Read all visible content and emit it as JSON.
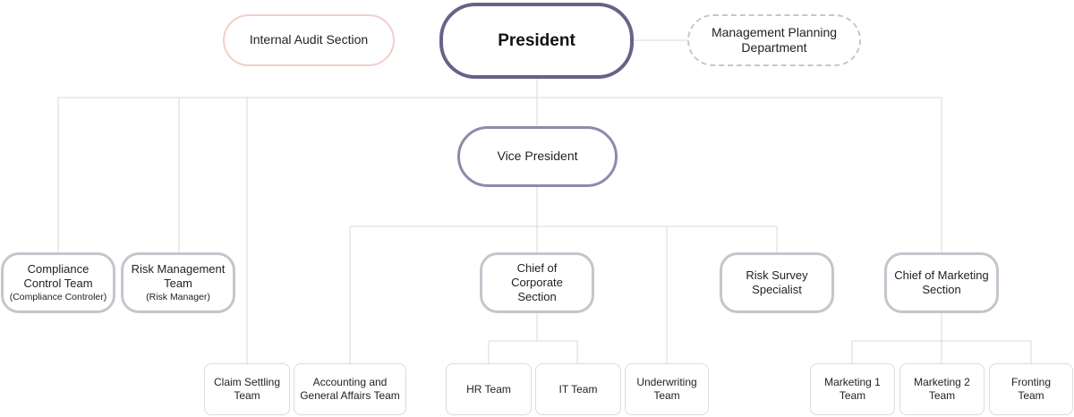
{
  "president": {
    "label": "President"
  },
  "internal_audit": {
    "label": "Internal Audit Section"
  },
  "management_planning": {
    "line1": "Management Planning",
    "line2": "Department"
  },
  "vice_president": {
    "label": "Vice President"
  },
  "compliance": {
    "line1": "Compliance",
    "line2": "Control Team",
    "sub": "(Compliance Controler)"
  },
  "risk_management": {
    "line1": "Risk Management",
    "line2": "Team",
    "sub": "(Risk Manager)"
  },
  "chief_corporate": {
    "line1": "Chief of",
    "line2": "Corporate",
    "line3": "Section"
  },
  "risk_survey": {
    "line1": "Risk Survey",
    "line2": "Specialist"
  },
  "chief_marketing": {
    "line1": "Chief of Marketing",
    "line2": "Section"
  },
  "claim_settling": {
    "line1": "Claim Settling",
    "line2": "Team"
  },
  "accounting": {
    "line1": "Accounting and",
    "line2": "General Affairs Team"
  },
  "hr_team": {
    "label": "HR Team"
  },
  "it_team": {
    "label": "IT Team"
  },
  "underwriting": {
    "line1": "Underwriting",
    "line2": "Team"
  },
  "marketing1": {
    "line1": "Marketing 1",
    "line2": "Team"
  },
  "marketing2": {
    "line1": "Marketing 2",
    "line2": "Team"
  },
  "fronting": {
    "line1": "Fronting",
    "line2": "Team"
  },
  "colors": {
    "president_border": "#6a6189",
    "vp_border": "#9089ac",
    "audit_border": "#f3cdca",
    "planning_border": "#c7c4d6",
    "level2_border": "#c5c5cd",
    "level3_border": "#dcdcdc",
    "connector": "#d9d9d9"
  }
}
